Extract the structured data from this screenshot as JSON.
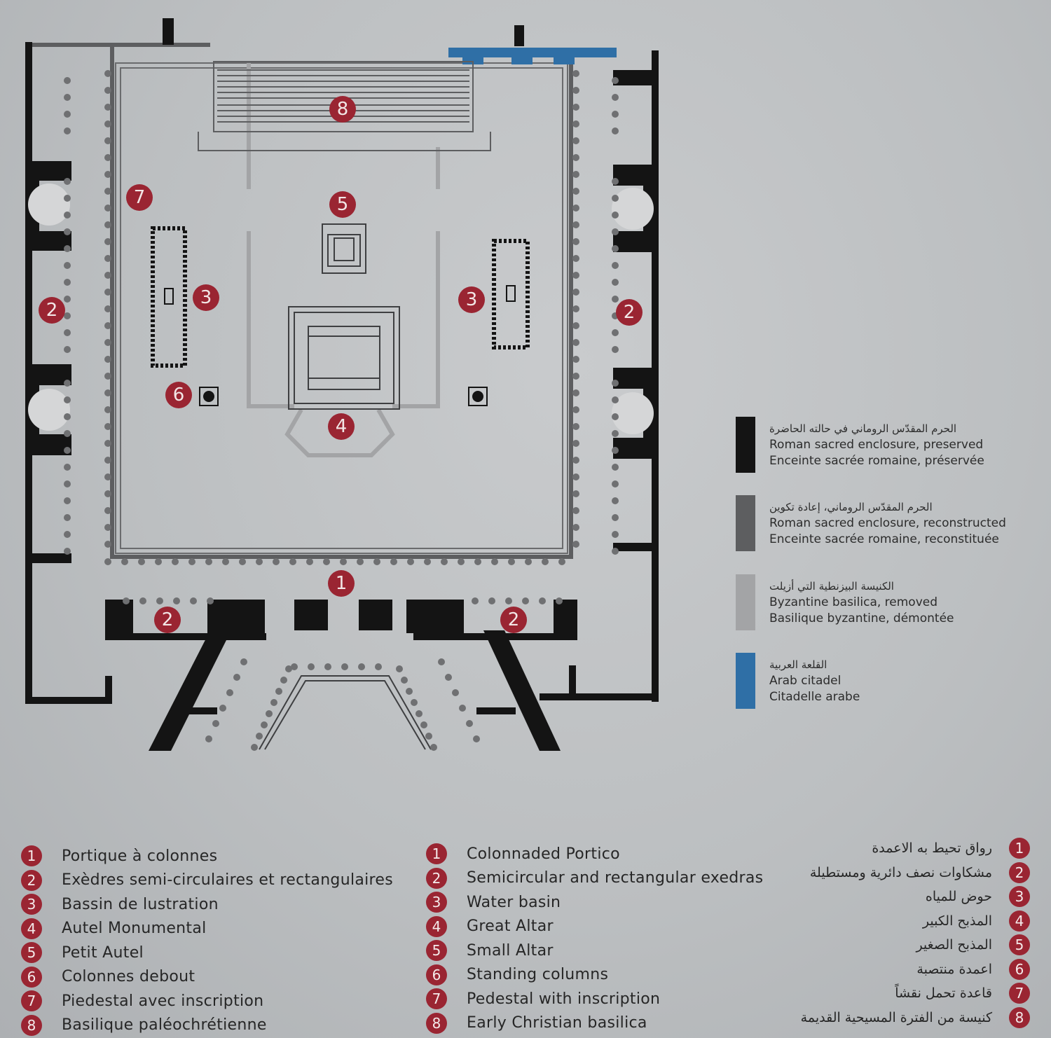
{
  "legend": [
    {
      "ar": "الحرم المقدّس الروماني في حالته الحاضرة",
      "en": "Roman sacred enclosure, preserved",
      "fr": "Enceinte sacrée romaine, préservée",
      "color": "#141414"
    },
    {
      "ar": "الحرم المقدّس الروماني، إعادة تكوين",
      "en": "Roman sacred enclosure, reconstructed",
      "fr": "Enceinte sacrée romaine, reconstituée",
      "color": "#5d5e60"
    },
    {
      "ar": "الكنيسة البيزنطية التي أزيلت",
      "en": "Byzantine basilica, removed",
      "fr": "Basilique byzantine, démontée",
      "color": "#a3a4a6"
    },
    {
      "ar": "القلعة العربية",
      "en": "Arab citadel",
      "fr": "Citadelle arabe",
      "color": "#2f6fa6"
    }
  ],
  "plan_numbers": [
    "8",
    "7",
    "5",
    "3",
    "3",
    "2",
    "2",
    "6",
    "4",
    "1",
    "2",
    "2"
  ],
  "key": {
    "numbers": [
      "1",
      "2",
      "3",
      "4",
      "5",
      "6",
      "7",
      "8"
    ],
    "fr": [
      "Portique à colonnes",
      "Exèdres semi-circulaires et rectangulaires",
      "Bassin de lustration",
      "Autel Monumental",
      "Petit Autel",
      "Colonnes debout",
      "Piedestal avec inscription",
      "Basilique paléochrétienne"
    ],
    "en": [
      "Colonnaded Portico",
      "Semicircular and rectangular exedras",
      "Water basin",
      "Great Altar",
      "Small Altar",
      "Standing columns",
      "Pedestal with inscription",
      "Early Christian basilica"
    ],
    "ar": [
      "رواق تحيط به الاعمدة",
      "مشكاوات نصف دائرية ومستطيلة",
      "حوض للمياه",
      "المذبح الكبير",
      "المذبح الصغير",
      "اعمدة منتصبة",
      "قاعدة تحمل نقشاً",
      "كنيسة من الفترة المسيحية القديمة"
    ]
  },
  "colors": {
    "marker": "#9a2532",
    "preserved": "#141414",
    "reconstructed": "#5d5e60",
    "removed": "#a3a4a6",
    "citadel": "#2f6fa6"
  }
}
